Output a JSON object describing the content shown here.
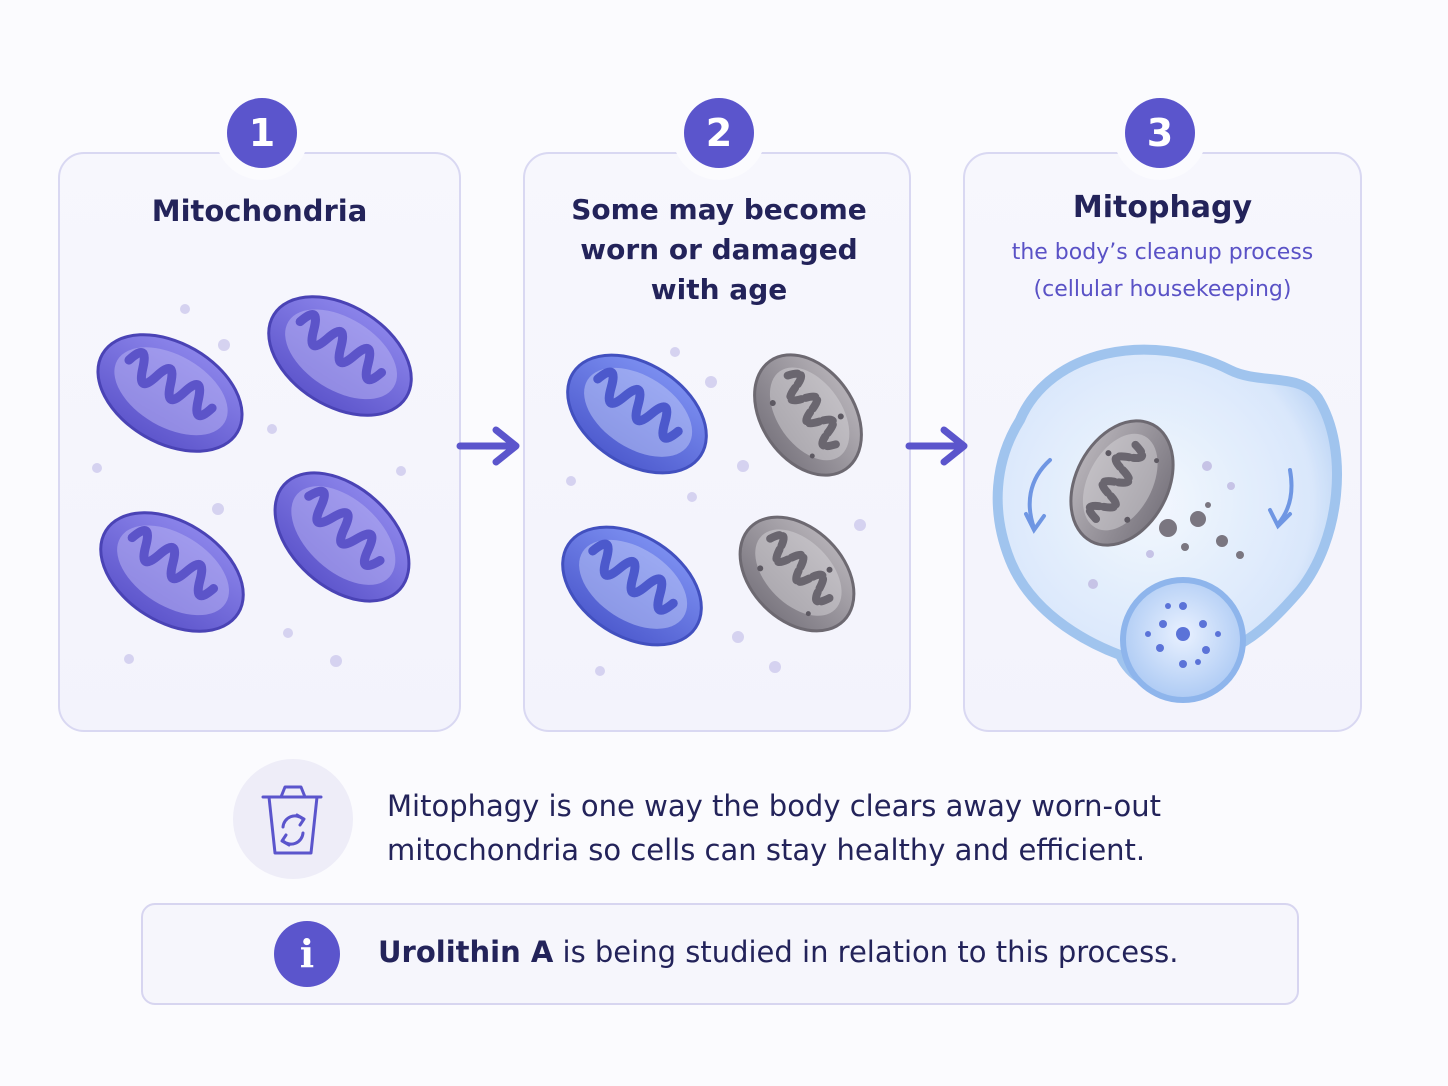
{
  "steps": [
    {
      "number": "1",
      "title": "Mitochondria"
    },
    {
      "number": "2",
      "title_lines": [
        "Some may become",
        "worn or damaged",
        "with age"
      ]
    },
    {
      "number": "3",
      "title": "Mitophagy",
      "subtitle_lines": [
        "the body’s cleanup process",
        "(cellular housekeeping)"
      ]
    }
  ],
  "note": {
    "icon": "recycle-bin-icon",
    "lines": [
      "Mitophagy is one way the body clears away worn-out",
      "mitochondria so cells can stay healthy and efficient."
    ]
  },
  "info": {
    "icon": "info-icon",
    "icon_glyph": "i",
    "strong": "Urolithin A",
    "rest": " is being studied in relation to this process."
  },
  "colors": {
    "accent": "#5b55cc",
    "healthy_mitochondria": "#6f68d8",
    "damaged_mitochondria": "#8a8690",
    "cell_membrane": "#9cc2ee",
    "text": "#23235a"
  }
}
